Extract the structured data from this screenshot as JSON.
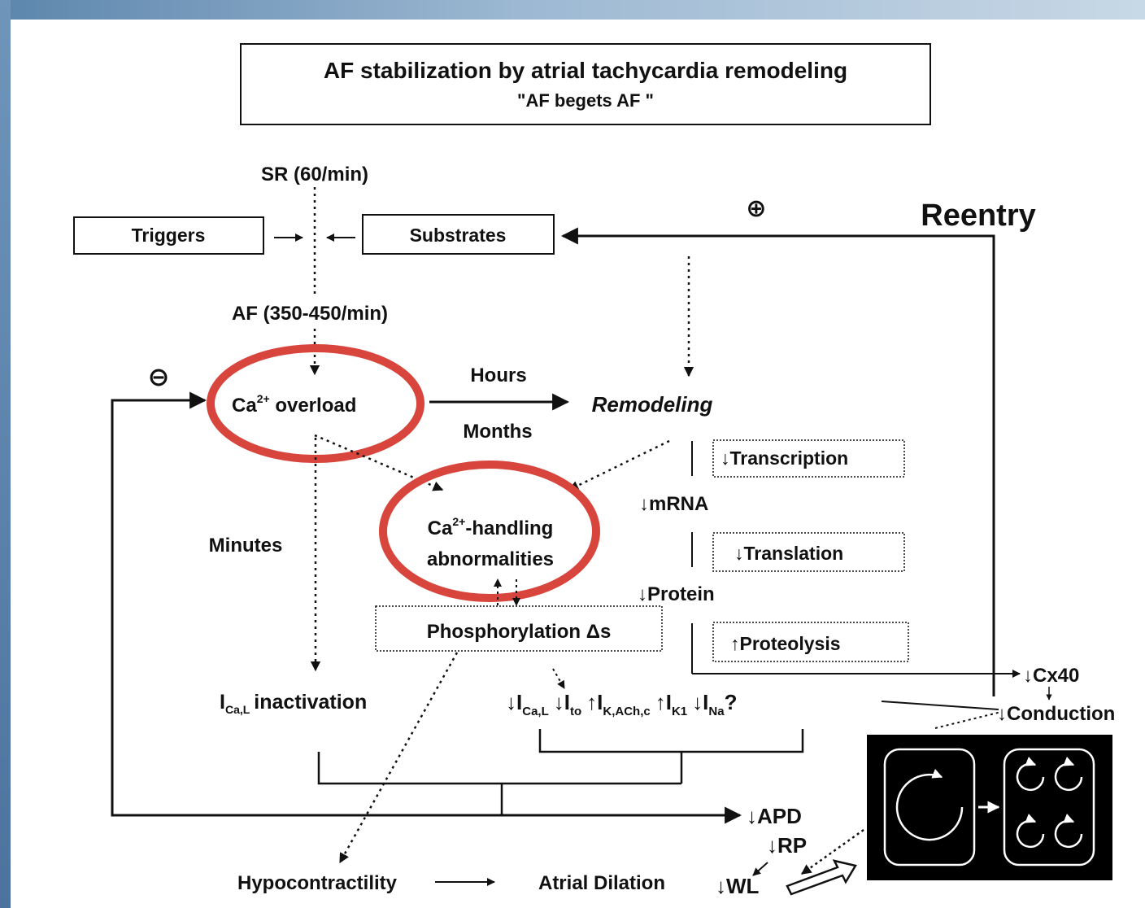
{
  "title": {
    "line1": "AF stabilization by atrial tachycardia remodeling",
    "line2": "\"AF begets AF \""
  },
  "nodes": {
    "sr": "SR (60/min)",
    "triggers": "Triggers",
    "substrates": "Substrates",
    "af": "AF (350-450/min)",
    "plus": "⊕",
    "minus": "⊖",
    "reentry": "Reentry",
    "ca_overload_pre": "Ca",
    "ca_overload_sup": "2+",
    "ca_overload_post": " overload",
    "hours": "Hours",
    "months": "Months",
    "remodeling": "Remodeling",
    "transcription": "↓Transcription",
    "mrna": "↓mRNA",
    "translation": "↓Translation",
    "protein": "↓Protein",
    "proteolysis": "↑Proteolysis",
    "handling_pre": "Ca",
    "handling_sup": "2+",
    "handling_post": "-handling",
    "abnormalities": "abnormalities",
    "minutes": "Minutes",
    "phosphorylation": "Phosphorylation Δs",
    "cx40": "↓Cx40",
    "conduction": "↓Conduction",
    "ica_inactivation": "inactivation",
    "i_main": "I",
    "ica_sub": "Ca,L",
    "ito_sub": "to",
    "ikach_sub": "K,ACh,c",
    "ik1_sub": "K1",
    "ina_sub": "Na",
    "qmark": "?",
    "arrow_down": "↓",
    "arrow_up": "↑",
    "apd": "↓APD",
    "rp": "↓RP",
    "wl": "↓WL",
    "hypocontractility": "Hypocontractility",
    "atrial_dilation": "Atrial Dilation"
  },
  "colors": {
    "highlight": "#d8453c",
    "frame_blue": "#5d86ad",
    "line": "#111111"
  }
}
